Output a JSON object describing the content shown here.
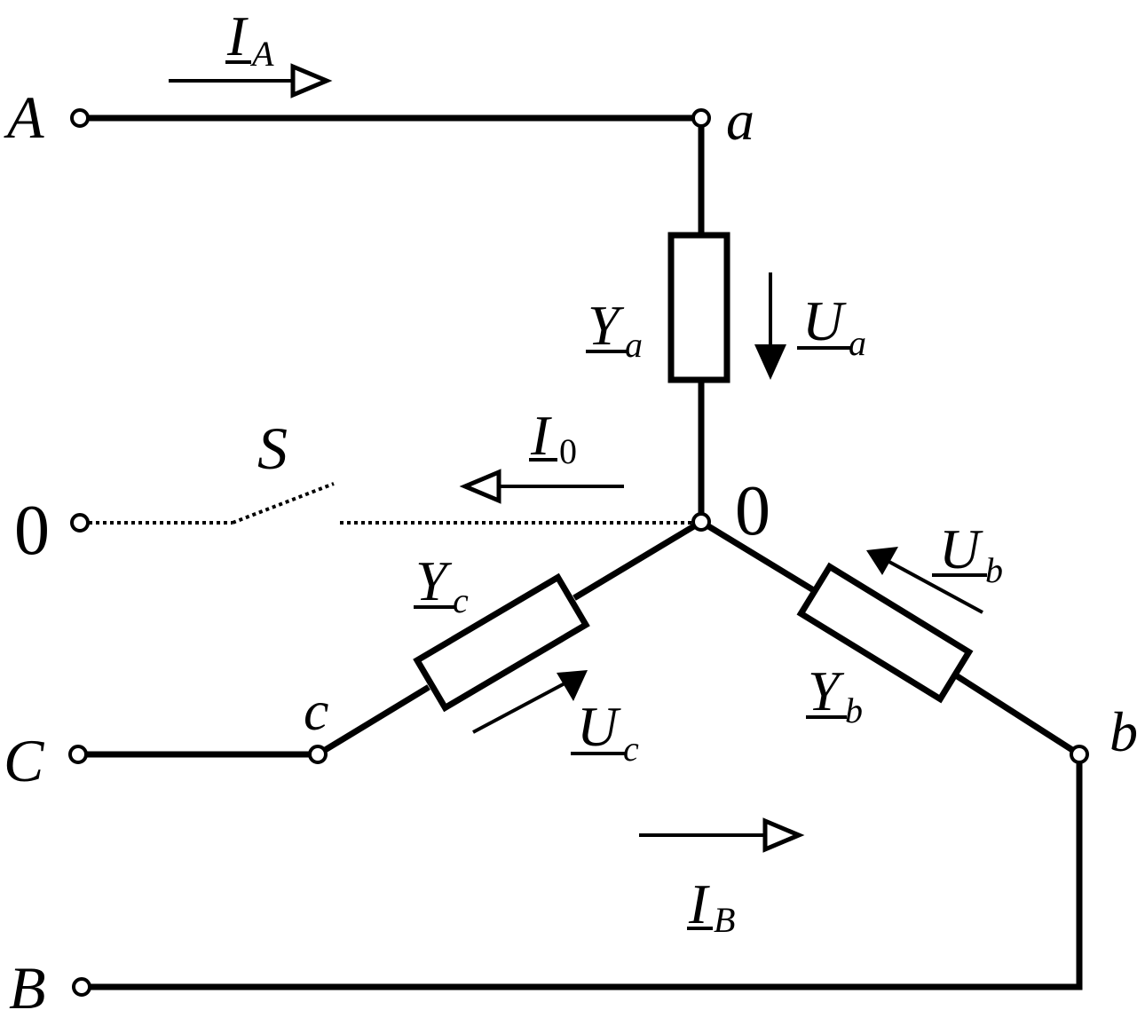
{
  "terminals": {
    "A": "A",
    "B": "B",
    "C": "C",
    "zero_left": "0"
  },
  "nodes": {
    "a": "a",
    "b": "b",
    "c": "c",
    "zero": "0"
  },
  "switch_label": "S",
  "currents": {
    "IA": {
      "main": "I",
      "sub": "A"
    },
    "IB": {
      "main": "I",
      "sub": "B"
    },
    "I0": {
      "main": "I",
      "sub": "0"
    }
  },
  "admittances": {
    "Ya": {
      "main": "Y",
      "sub": "a"
    },
    "Yb": {
      "main": "Y",
      "sub": "b"
    },
    "Yc": {
      "main": "Y",
      "sub": "c"
    }
  },
  "voltages": {
    "Ua": {
      "main": "U",
      "sub": "a"
    },
    "Ub": {
      "main": "U",
      "sub": "b"
    },
    "Uc": {
      "main": "U",
      "sub": "c"
    }
  }
}
